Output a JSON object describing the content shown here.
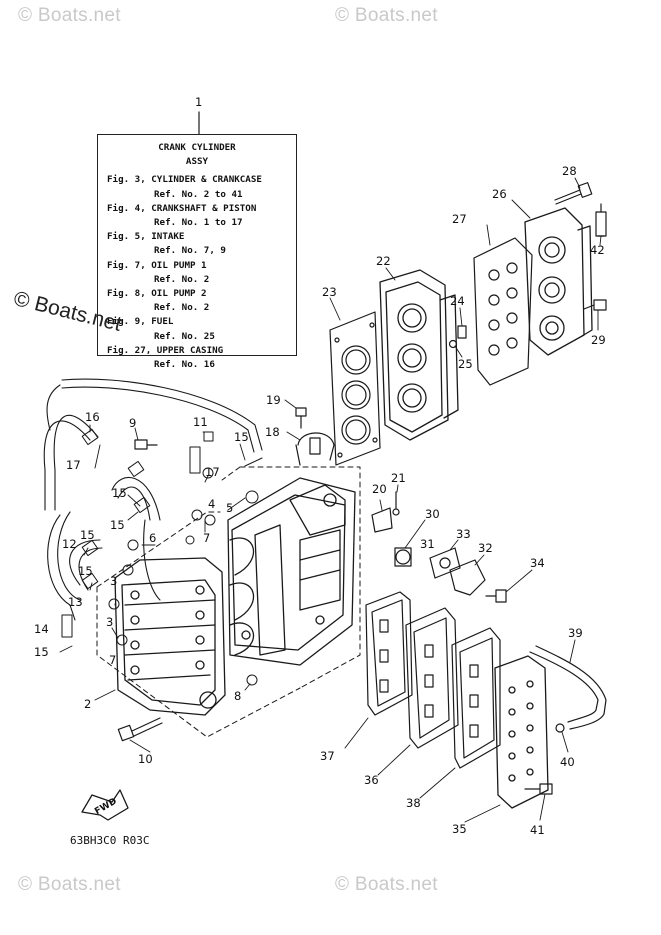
{
  "watermarks": {
    "top_left": "© Boats.net",
    "top_right": "© Boats.net",
    "bottom_left": "© Boats.net",
    "bottom_right": "© Boats.net",
    "side": "© Boats.net"
  },
  "legend": {
    "title_line1": "CRANK CYLINDER",
    "title_line2": "ASSY",
    "entries": [
      {
        "fig": "Fig. 3, CYLINDER & CRANKCASE",
        "ref": "Ref. No. 2 to 41"
      },
      {
        "fig": "Fig. 4, CRANKSHAFT & PISTON",
        "ref": "Ref. No. 1 to 17"
      },
      {
        "fig": "Fig. 5, INTAKE",
        "ref": "Ref. No. 7, 9"
      },
      {
        "fig": "Fig. 7, OIL PUMP 1",
        "ref": "Ref. No. 2"
      },
      {
        "fig": "Fig. 8, OIL PUMP 2",
        "ref": "Ref. No. 2"
      },
      {
        "fig": "Fig. 9, FUEL",
        "ref": "Ref. No. 25"
      },
      {
        "fig": "Fig. 27, UPPER CASING",
        "ref": "Ref. No. 16"
      }
    ]
  },
  "fwd_label": "FWD",
  "diagram_code": "63BH3C0 R03C",
  "callouts": [
    "1",
    "2",
    "3",
    "3",
    "4",
    "5",
    "6",
    "7",
    "7",
    "8",
    "9",
    "10",
    "11",
    "12",
    "13",
    "14",
    "15",
    "15",
    "15",
    "15",
    "15",
    "16",
    "17",
    "17",
    "18",
    "19",
    "20",
    "21",
    "22",
    "23",
    "24",
    "25",
    "26",
    "27",
    "28",
    "29",
    "30",
    "31",
    "32",
    "33",
    "34",
    "35",
    "36",
    "37",
    "38",
    "39",
    "40",
    "41",
    "42"
  ]
}
